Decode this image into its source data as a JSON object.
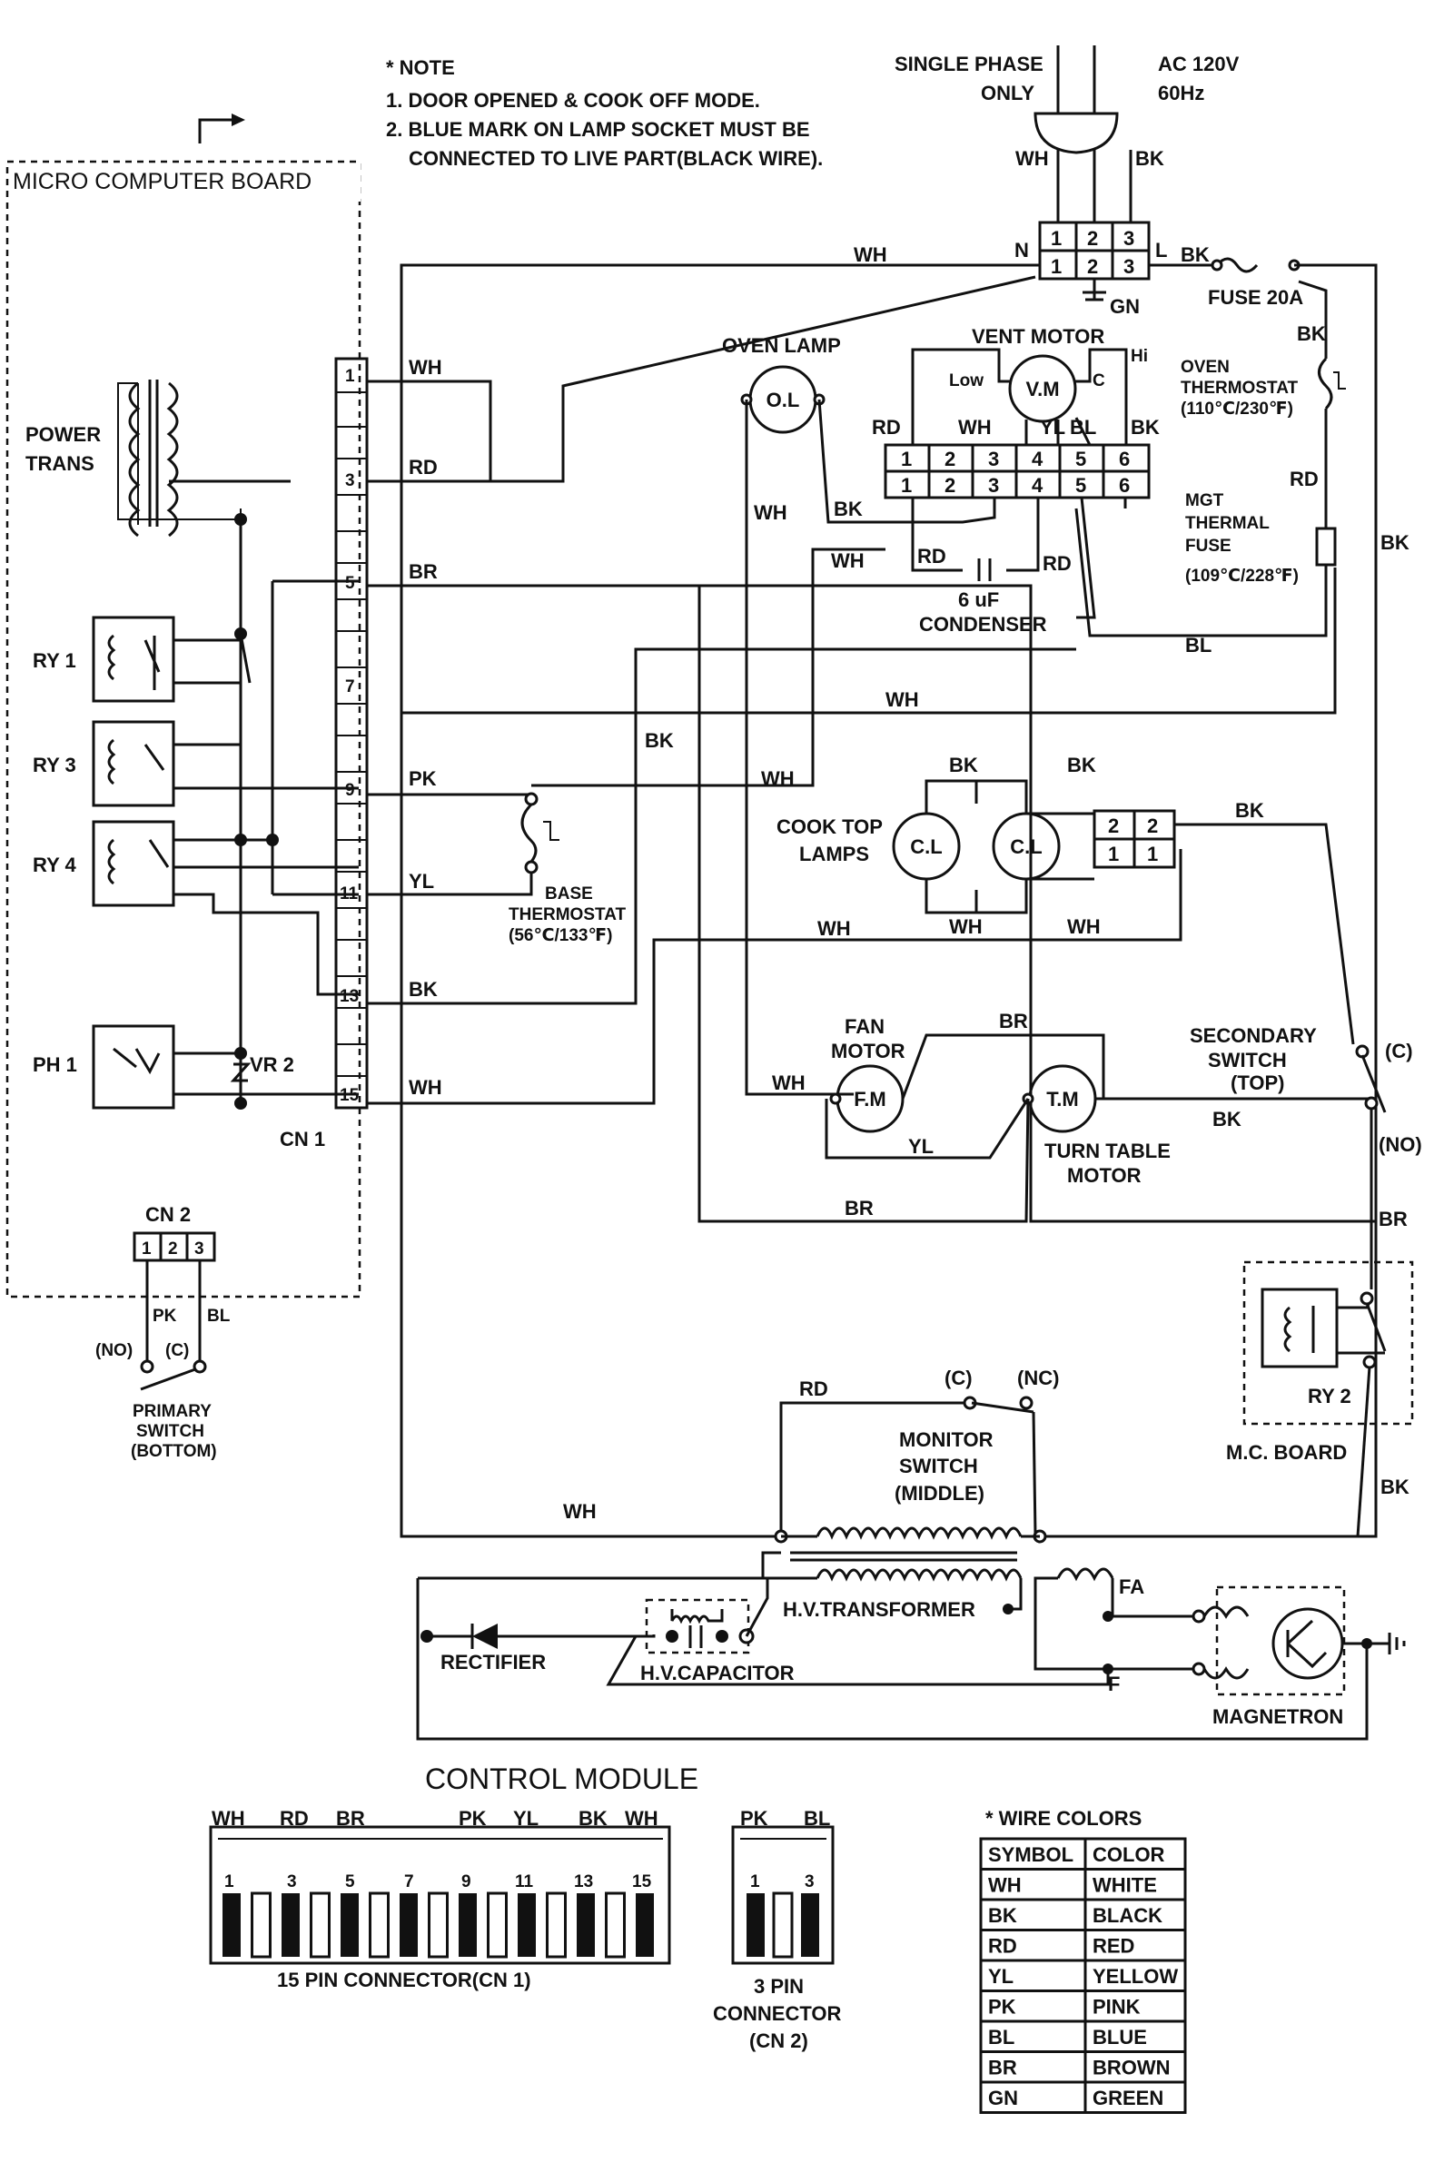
{
  "note": {
    "heading": "* NOTE",
    "line1": "1. DOOR OPENED & COOK OFF MODE.",
    "line2": "2. BLUE MARK ON LAMP SOCKET MUST BE",
    "line3": "CONNECTED TO LIVE PART(BLACK WIRE)."
  },
  "power": {
    "single_phase": "SINGLE PHASE",
    "only": "ONLY",
    "ac": "AC 120V",
    "hz": "60Hz",
    "n": "N",
    "l": "L",
    "gn": "GN",
    "fuse": "FUSE 20A"
  },
  "micro_board": {
    "title": "MICRO COMPUTER BOARD",
    "power_trans_1": "POWER",
    "power_trans_2": "TRANS",
    "ry1": "RY 1",
    "ry3": "RY 3",
    "ry4": "RY 4",
    "ph1": "PH 1",
    "vr2": "VR 2",
    "cn1": "CN 1",
    "cn1_pins": [
      "1",
      "3",
      "5",
      "7",
      "9",
      "11",
      "13",
      "15"
    ]
  },
  "cn2": {
    "label": "CN 2",
    "pins": [
      "1",
      "2",
      "3"
    ],
    "pk": "PK",
    "bl": "BL",
    "no": "(NO)",
    "c": "(C)",
    "primary_1": "PRIMARY",
    "primary_2": "SWITCH",
    "primary_3": "(BOTTOM)"
  },
  "components": {
    "oven_lamp": "OVEN LAMP",
    "ol": "O.L",
    "vent_motor": "VENT MOTOR",
    "vm": "V.M",
    "low": "Low",
    "hi": "Hi",
    "c": "C",
    "oven_thermostat_1": "OVEN",
    "oven_thermostat_2": "THERMOSTAT",
    "oven_thermostat_3": "(110℃/230℉)",
    "mgt_1": "MGT",
    "mgt_2": "THERMAL",
    "mgt_3": "FUSE",
    "mgt_4": "(109℃/228℉)",
    "condenser_1": "6 uF",
    "condenser_2": "CONDENSER",
    "cook_top_1": "COOK TOP",
    "cook_top_2": "LAMPS",
    "cl": "C.L",
    "base_thermo_1": "BASE",
    "base_thermo_2": "THERMOSTAT",
    "base_thermo_3": "(56℃/133℉)",
    "fan_1": "FAN",
    "fan_2": "MOTOR",
    "fm": "F.M",
    "tm": "T.M",
    "turntable_1": "TURN TABLE",
    "turntable_2": "MOTOR",
    "secondary_1": "SECONDARY",
    "secondary_2": "SWITCH",
    "secondary_3": "(TOP)",
    "sec_c": "(C)",
    "sec_no": "(NO)",
    "ry2": "RY 2",
    "mc_board": "M.C. BOARD",
    "monitor_c": "(C)",
    "monitor_nc": "(NC)",
    "monitor_1": "MONITOR",
    "monitor_2": "SWITCH",
    "monitor_3": "(MIDDLE)",
    "hv_transformer": "H.V.TRANSFORMER",
    "rectifier": "RECTIFIER",
    "hv_capacitor": "H.V.CAPACITOR",
    "magnetron": "MAGNETRON",
    "fa": "FA",
    "f": "F"
  },
  "block6": [
    "1",
    "2",
    "3",
    "4",
    "5",
    "6"
  ],
  "block3": [
    "1",
    "2",
    "3"
  ],
  "block2": [
    "2",
    "1"
  ],
  "wires": {
    "wh": "WH",
    "bk": "BK",
    "rd": "RD",
    "br": "BR",
    "pk": "PK",
    "yl": "YL",
    "bl": "BL"
  },
  "control_module": {
    "title": "CONTROL MODULE",
    "top_labels": [
      "WH",
      "RD",
      "BR",
      "PK",
      "YL",
      "BK",
      "WH"
    ],
    "pins": [
      "1",
      "3",
      "5",
      "7",
      "9",
      "11",
      "13",
      "15"
    ],
    "caption": "15 PIN CONNECTOR(CN 1)",
    "cn2_top": [
      "PK",
      "BL"
    ],
    "cn2_pins": [
      "1",
      "3"
    ],
    "cn2_caption_1": "3 PIN",
    "cn2_caption_2": "CONNECTOR",
    "cn2_caption_3": "(CN 2)"
  },
  "wire_colors": {
    "title": "* WIRE COLORS",
    "header": [
      "SYMBOL",
      "COLOR"
    ],
    "rows": [
      [
        "WH",
        "WHITE"
      ],
      [
        "BK",
        "BLACK"
      ],
      [
        "RD",
        "RED"
      ],
      [
        "YL",
        "YELLOW"
      ],
      [
        "PK",
        "PINK"
      ],
      [
        "BL",
        "BLUE"
      ],
      [
        "BR",
        "BROWN"
      ],
      [
        "GN",
        "GREEN"
      ]
    ]
  }
}
